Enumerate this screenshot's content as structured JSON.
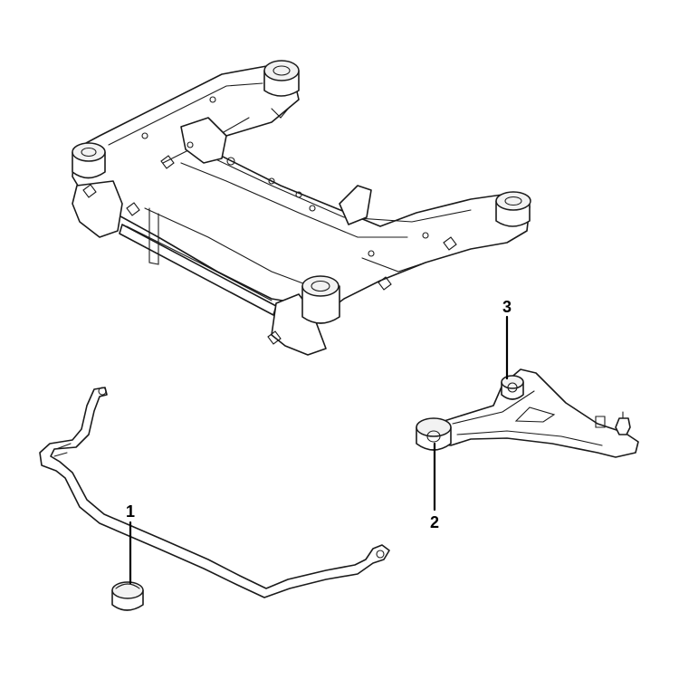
{
  "callouts": [
    {
      "id": "1",
      "label": "1"
    },
    {
      "id": "2",
      "label": "2"
    },
    {
      "id": "3",
      "label": "3"
    }
  ],
  "colors": {
    "line": "#1a1a1a",
    "background": "#ffffff"
  }
}
